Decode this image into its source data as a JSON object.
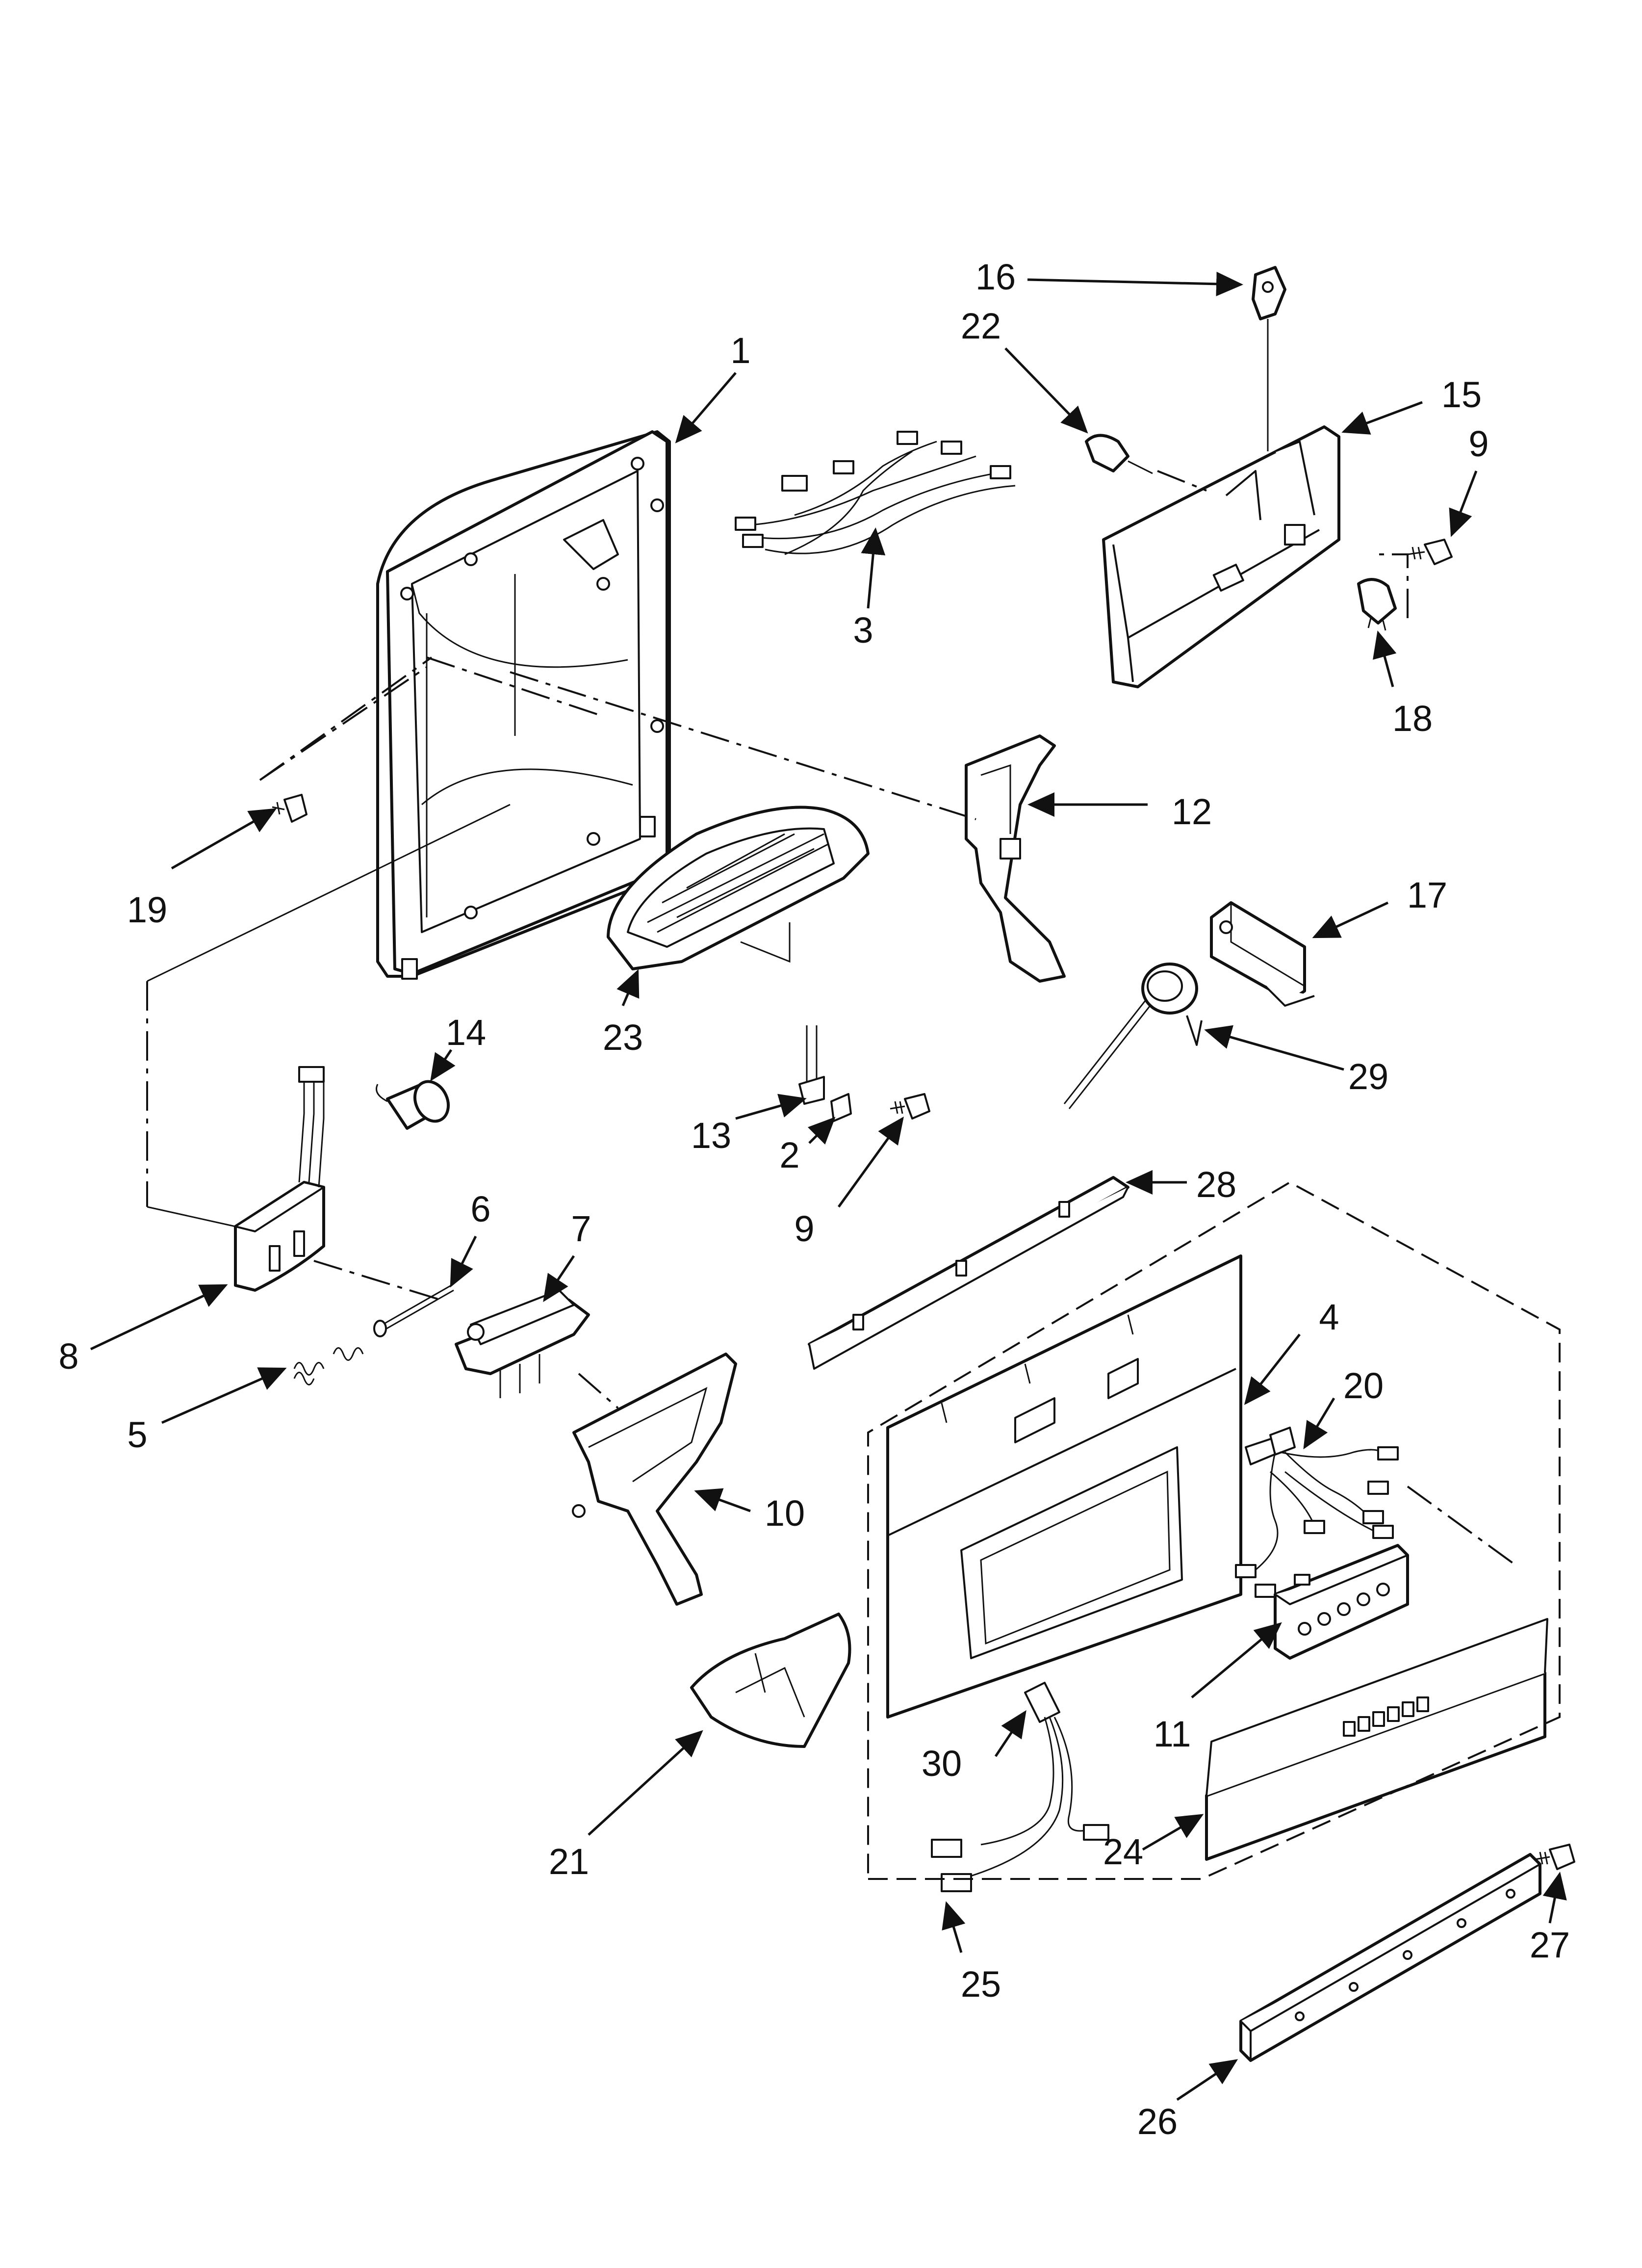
{
  "callouts": [
    {
      "id": "c1",
      "text": "1"
    },
    {
      "id": "c2",
      "text": "2"
    },
    {
      "id": "c3",
      "text": "3"
    },
    {
      "id": "c4",
      "text": "4"
    },
    {
      "id": "c5",
      "text": "5"
    },
    {
      "id": "c6",
      "text": "6"
    },
    {
      "id": "c7",
      "text": "7"
    },
    {
      "id": "c8",
      "text": "8"
    },
    {
      "id": "c9a",
      "text": "9"
    },
    {
      "id": "c9b",
      "text": "9"
    },
    {
      "id": "c10",
      "text": "10"
    },
    {
      "id": "c11",
      "text": "11"
    },
    {
      "id": "c12",
      "text": "12"
    },
    {
      "id": "c13",
      "text": "13"
    },
    {
      "id": "c14",
      "text": "14"
    },
    {
      "id": "c15",
      "text": "15"
    },
    {
      "id": "c16",
      "text": "16"
    },
    {
      "id": "c17",
      "text": "17"
    },
    {
      "id": "c18",
      "text": "18"
    },
    {
      "id": "c19",
      "text": "19"
    },
    {
      "id": "c20",
      "text": "20"
    },
    {
      "id": "c21",
      "text": "21"
    },
    {
      "id": "c22",
      "text": "22"
    },
    {
      "id": "c23",
      "text": "23"
    },
    {
      "id": "c24",
      "text": "24"
    },
    {
      "id": "c25",
      "text": "25"
    },
    {
      "id": "c26",
      "text": "26"
    },
    {
      "id": "c27",
      "text": "27"
    },
    {
      "id": "c28",
      "text": "28"
    },
    {
      "id": "c29",
      "text": "29"
    },
    {
      "id": "c30",
      "text": "30"
    }
  ],
  "colors": {
    "line": "#111111",
    "background": "#ffffff"
  }
}
